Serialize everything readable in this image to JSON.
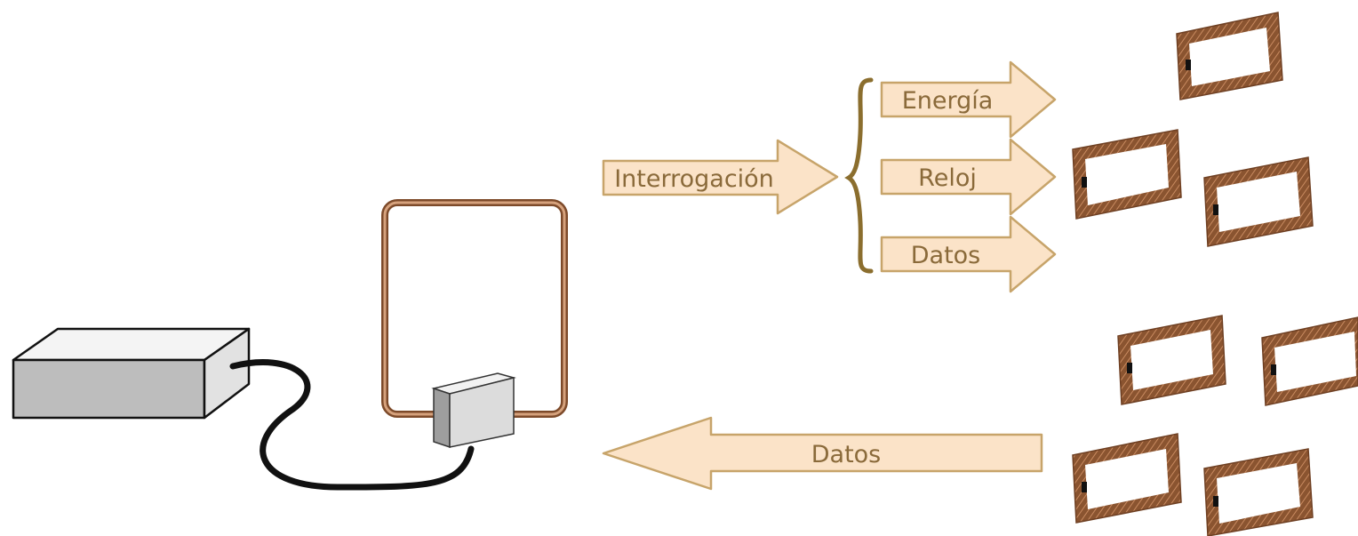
{
  "labels": {
    "interrogation": "Interrogación",
    "energy": "Energía",
    "clock": "Reloj",
    "data_out": "Datos",
    "data_return": "Datos"
  },
  "colors": {
    "arrow_fill": "#fbe3c8",
    "arrow_stroke": "#c7a46a",
    "label_text": "#8a6a3a",
    "brace": "#8b6e2e",
    "coil": "#8a5430",
    "coil_highlight": "#d6a27d",
    "reader_top": "#f4f4f4",
    "reader_front": "#bdbdbd",
    "reader_side": "#e2e2e2",
    "cable": "#111111"
  }
}
